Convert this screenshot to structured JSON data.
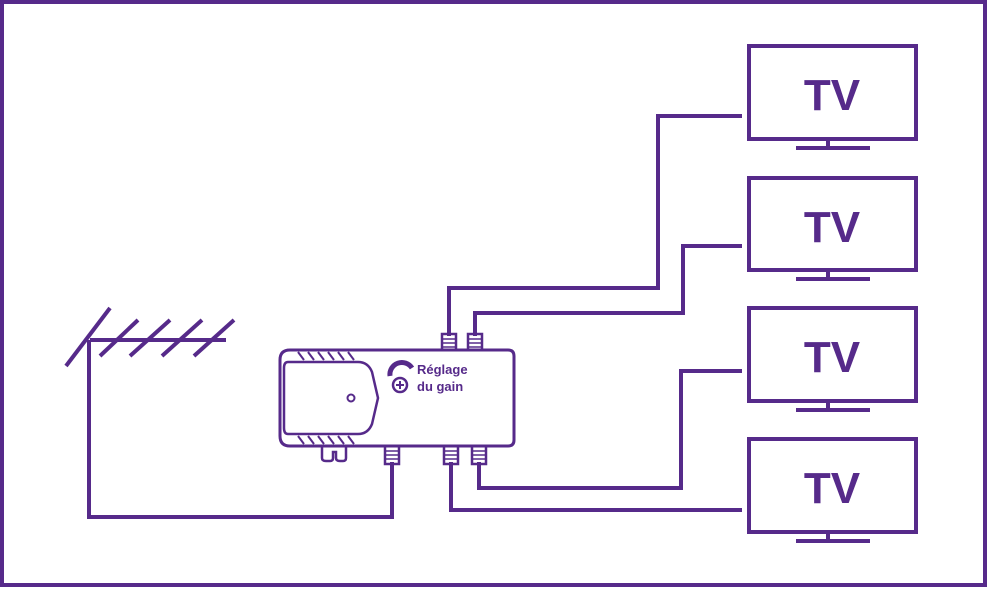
{
  "colors": {
    "stroke": "#562a8a",
    "background": "#ffffff"
  },
  "amplifier": {
    "label_line1": "Réglage",
    "label_line2": "du gain",
    "icon": "gain-dial-icon"
  },
  "antenna": {
    "icon": "antenna-icon"
  },
  "tvs": [
    {
      "label": "TV",
      "icon": "tv-icon"
    },
    {
      "label": "TV",
      "icon": "tv-icon"
    },
    {
      "label": "TV",
      "icon": "tv-icon"
    },
    {
      "label": "TV",
      "icon": "tv-icon"
    }
  ]
}
